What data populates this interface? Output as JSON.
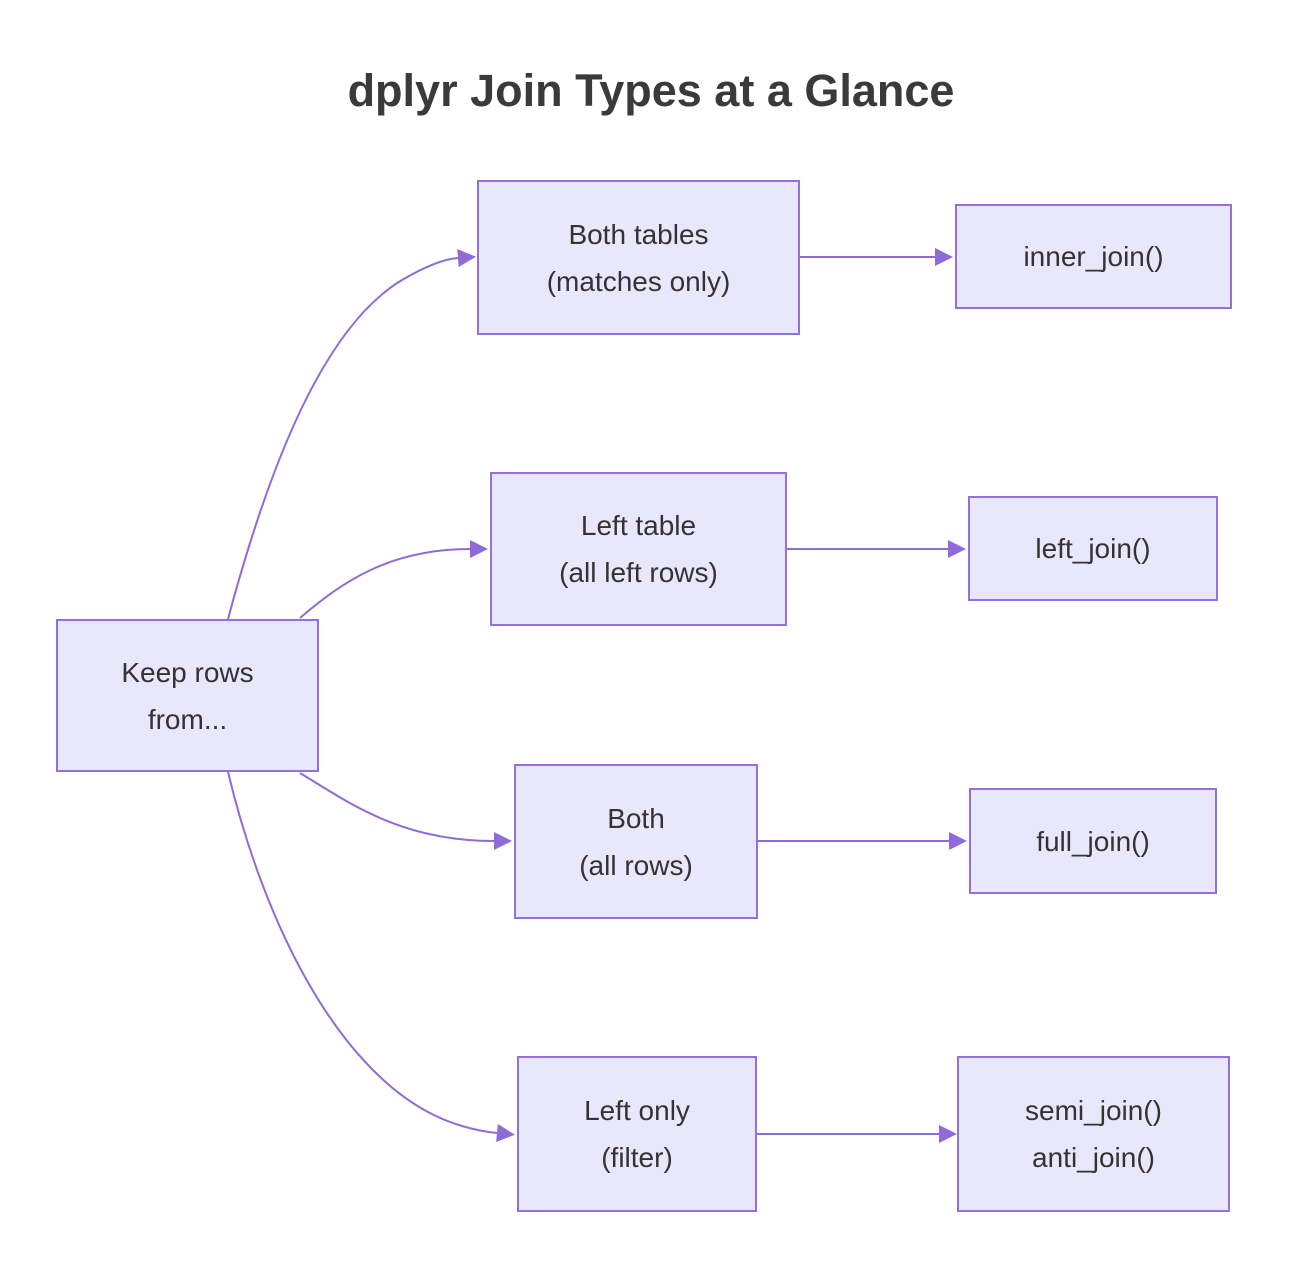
{
  "title": "dplyr Join Types at a Glance",
  "colors": {
    "background": "#ffffff",
    "node_fill": "#e9e7fb",
    "node_border": "#9370db",
    "edge_stroke": "#8f6bd9",
    "node_text": "#333333",
    "title_text": "#3a3a3a"
  },
  "diagram": {
    "root": {
      "lines": [
        "Keep rows",
        "from..."
      ]
    },
    "branches": [
      {
        "condition": [
          "Both tables",
          "(matches only)"
        ],
        "result": [
          "inner_join()"
        ]
      },
      {
        "condition": [
          "Left table",
          "(all left rows)"
        ],
        "result": [
          "left_join()"
        ]
      },
      {
        "condition": [
          "Both",
          "(all rows)"
        ],
        "result": [
          "full_join()"
        ]
      },
      {
        "condition": [
          "Left only",
          "(filter)"
        ],
        "result": [
          "semi_join()",
          "anti_join()"
        ]
      }
    ]
  }
}
